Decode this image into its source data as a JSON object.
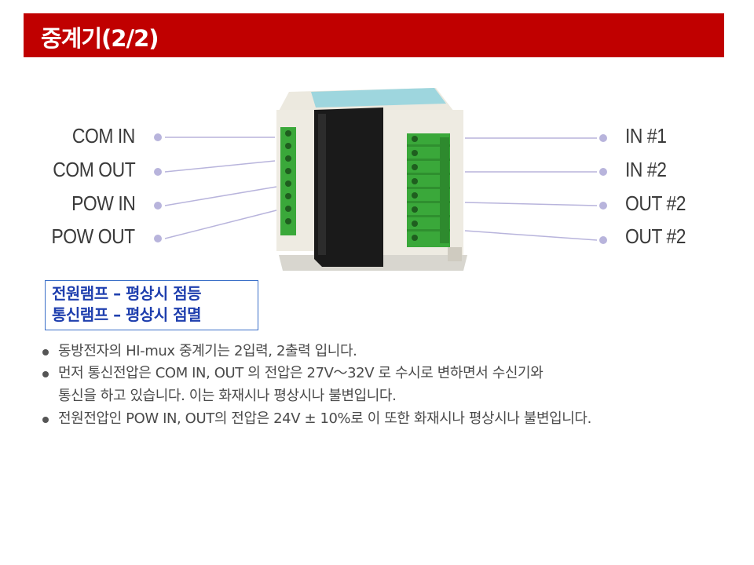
{
  "slide": {
    "title": "중계기(2/2)"
  },
  "colors": {
    "title_bar": "#c00000",
    "terminal_green": "#3aa83a",
    "top_strip": "#9ed6de",
    "pin_dot": "#b8b4dc",
    "lamp_text": "#1f3fae"
  },
  "device": {
    "left_pins": [
      "COM IN",
      "COM OUT",
      "POW IN",
      "POW OUT"
    ],
    "right_pins": [
      "IN #1",
      "IN #2",
      "OUT #2",
      "OUT #2"
    ]
  },
  "lamps": {
    "line1": "전원램프 – 평상시 점등",
    "line2": "통신램프 – 평상시 점멸"
  },
  "bullets": [
    "동방전자의 HI-mux 중계기는 2입력, 2출력 입니다.",
    "먼저 통신전압은 COM IN, OUT  의 전압은  27V～32V 로 수시로 변하면서 수신기와",
    "통신을 하고 있습니다. 이는 화재시나 평상시나 불변입니다.",
    "전원전압인 POW IN, OUT의 전압은 24V ± 10%로 이 또한 화재시나 평상시나 불변입니다."
  ]
}
